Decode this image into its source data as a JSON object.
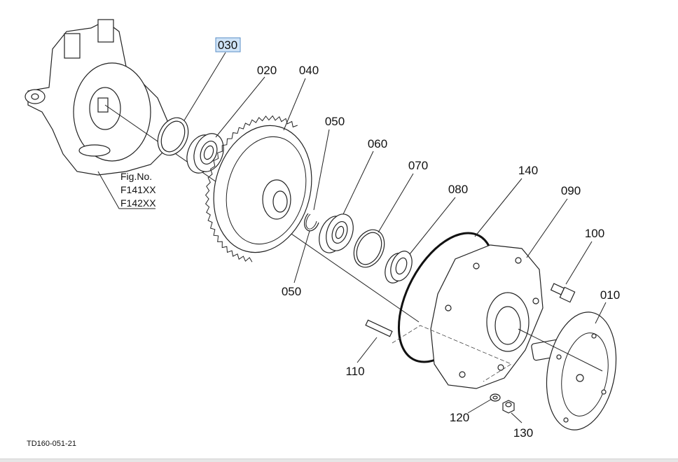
{
  "diagram": {
    "highlight_color": "#cfe3f7",
    "highlight_border": "#5b8fc7",
    "selected_part": "030",
    "figure_label": "Fig.No.",
    "figure_numbers": [
      "F141XX",
      "F142XX"
    ],
    "drawing_code": "TD160-051-21",
    "parts": {
      "p030": "030",
      "p020": "020",
      "p040": "040",
      "p050a": "050",
      "p060": "060",
      "p070": "070",
      "p080": "080",
      "p140": "140",
      "p090": "090",
      "p100": "100",
      "p010": "010",
      "p050b": "050",
      "p110": "110",
      "p120": "120",
      "p130": "130"
    }
  }
}
